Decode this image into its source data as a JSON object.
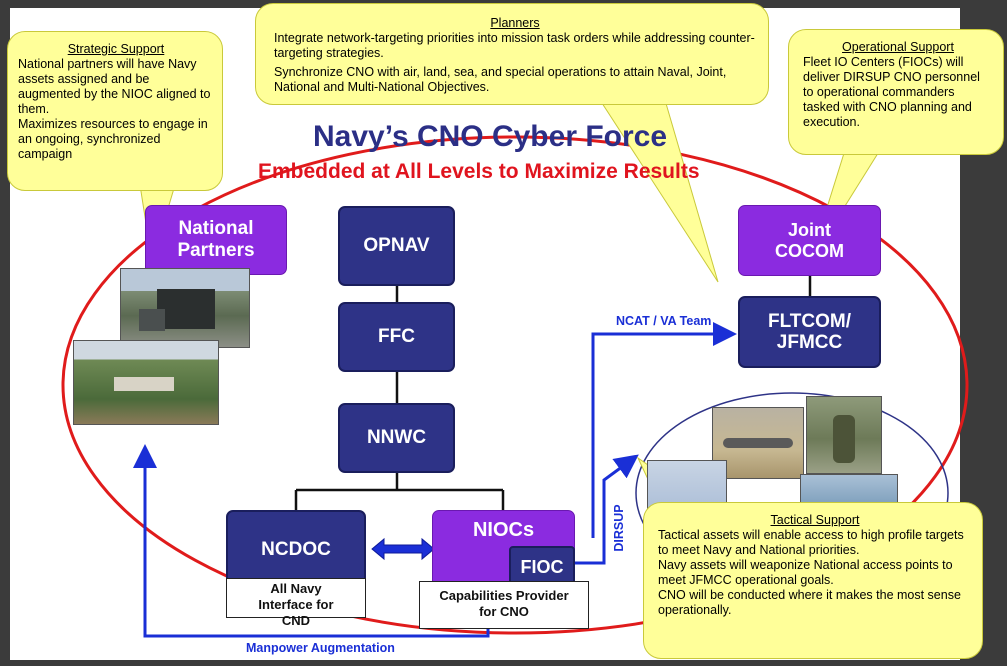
{
  "title": "Navy’s CNO Cyber Force",
  "subtitle": "Embedded at All Levels to Maximize Results",
  "nodes": {
    "opnav": "OPNAV",
    "ffc": "FFC",
    "nnwc": "NNWC",
    "ncdoc": "NCDOC",
    "niocs": "NIOCs",
    "fioc": "FIOC",
    "fltcom": "FLTCOM/ JFMCC",
    "national_partners": "National Partners",
    "joint_cocom": "Joint COCOM"
  },
  "labels": {
    "ncdoc_caption": "All Navy Interface for CND",
    "niocs_caption": "Capabilities Provider for CNO",
    "ncat": "NCAT / VA Team",
    "dirsup": "DIRSUP",
    "manpower": "Manpower Augmentation"
  },
  "callouts": {
    "planners": {
      "heading": "Planners",
      "p1": "Integrate network-targeting priorities into mission task orders while addressing counter-targeting strategies.",
      "p2": "Synchronize CNO with air, land, sea, and special operations to attain Naval, Joint, National and Multi-National Objectives."
    },
    "strategic": {
      "heading": "Strategic Support",
      "p1": "National partners will have Navy assets assigned and be augmented by the NIOC aligned to them.",
      "p2": "Maximizes resources to engage in an ongoing, synchronized campaign"
    },
    "operational": {
      "heading": "Operational Support",
      "p1": "Fleet IO Centers (FIOCs) will deliver DIRSUP CNO personnel to operational commanders tasked with CNO planning and execution."
    },
    "tactical": {
      "heading": "Tactical Support",
      "p1": "Tactical assets will enable access to high profile targets to meet Navy and National priorities.",
      "p2": "Navy assets will weaponize National access points to meet JFMCC operational goals.",
      "p3": "CNO will be conducted where it makes the most sense operationally."
    }
  },
  "colors": {
    "navy_box": "#2e3387",
    "purple_box": "#8b2be0",
    "title": "#2b2f86",
    "subtitle": "#e0141e",
    "ellipse": "#e01b1b",
    "arrow": "#1a2fd6",
    "callout": "#ffff99"
  }
}
